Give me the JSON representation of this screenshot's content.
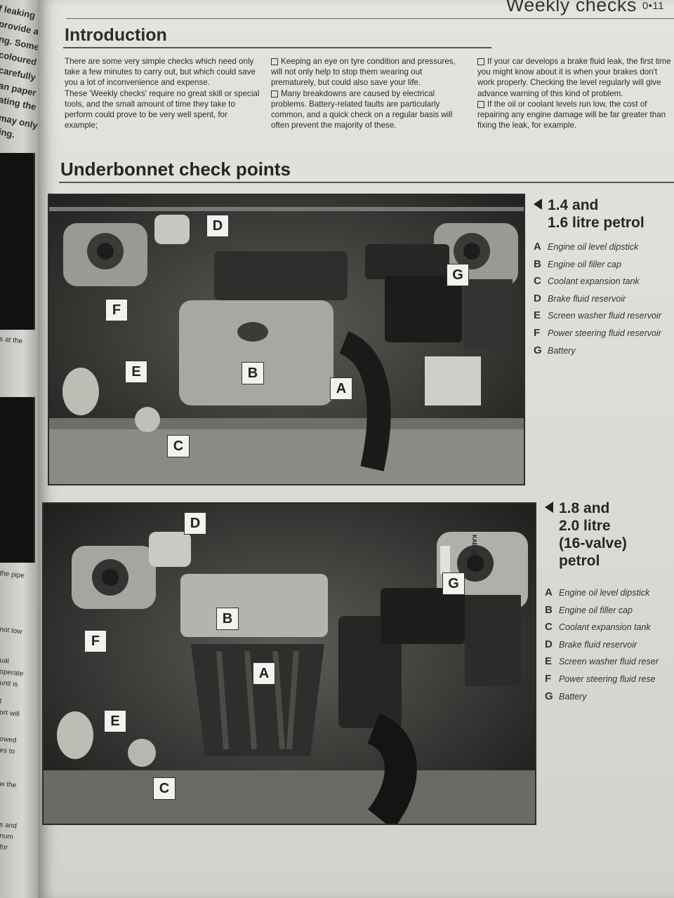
{
  "header": {
    "section": "Weekly checks",
    "page_number": "0•11"
  },
  "left_fragments": {
    "lines": [
      "f leaking",
      "provide a",
      "ng. Some",
      "coloured",
      "carefully",
      "an paper",
      "ating the",
      "may only",
      "ing."
    ],
    "caption_1": "s at the",
    "caption_2": "the pipe",
    "tail": [
      "not tow",
      "ual",
      "operate",
      "unit is",
      "t",
      "ort will",
      "owed",
      "es to",
      "w the",
      "s and",
      "num",
      "for"
    ]
  },
  "introduction": {
    "title": "Introduction",
    "col1": [
      "There are some very simple checks which need only take a few minutes to carry out, but which could save you a lot of inconvenience and expense.",
      "These 'Weekly checks' require no great skill or special tools, and the small amount of time they take to perform could prove to be very well spent, for example;"
    ],
    "col2": [
      "Keeping an eye on tyre condition and pressures, will not only help to stop them wearing out prematurely, but could also save your life.",
      "Many breakdowns are caused by electrical problems. Battery-related faults are particularly common, and a quick check on a regular basis will often prevent the majority of these."
    ],
    "col3": [
      "If your car develops a brake fluid leak, the first time you might know about it is when your brakes don't work properly. Checking the level regularly will give advance warning of this kind of problem.",
      "If the oil or coolant levels run low, the cost of repairing any engine damage will be far greater than fixing the leak, for example."
    ]
  },
  "underbonnet": {
    "title": "Underbonnet check points",
    "engines": [
      {
        "title_line1": "1.4 and",
        "title_line2": "1.6 litre petrol",
        "title_line3": "",
        "legend": [
          {
            "key": "A",
            "label": "Engine oil level dipstick"
          },
          {
            "key": "B",
            "label": "Engine oil filler cap"
          },
          {
            "key": "C",
            "label": "Coolant expansion tank"
          },
          {
            "key": "D",
            "label": "Brake fluid reservoir"
          },
          {
            "key": "E",
            "label": "Screen washer fluid reservoir"
          },
          {
            "key": "F",
            "label": "Power steering fluid reservoir"
          },
          {
            "key": "G",
            "label": "Battery"
          }
        ]
      },
      {
        "title_line1": "1.8 and",
        "title_line2": "2.0 litre",
        "title_line3": "(16-valve)",
        "title_line4": "petrol",
        "legend": [
          {
            "key": "A",
            "label": "Engine oil level dipstick"
          },
          {
            "key": "B",
            "label": "Engine oil filler cap"
          },
          {
            "key": "C",
            "label": "Coolant expansion tank"
          },
          {
            "key": "D",
            "label": "Brake fluid reservoir"
          },
          {
            "key": "E",
            "label": "Screen washer fluid reser"
          },
          {
            "key": "F",
            "label": "Power steering fluid rese"
          },
          {
            "key": "G",
            "label": "Battery"
          }
        ]
      }
    ]
  },
  "photo_label": "KAELER",
  "callouts": [
    "A",
    "B",
    "C",
    "D",
    "E",
    "F",
    "G"
  ]
}
